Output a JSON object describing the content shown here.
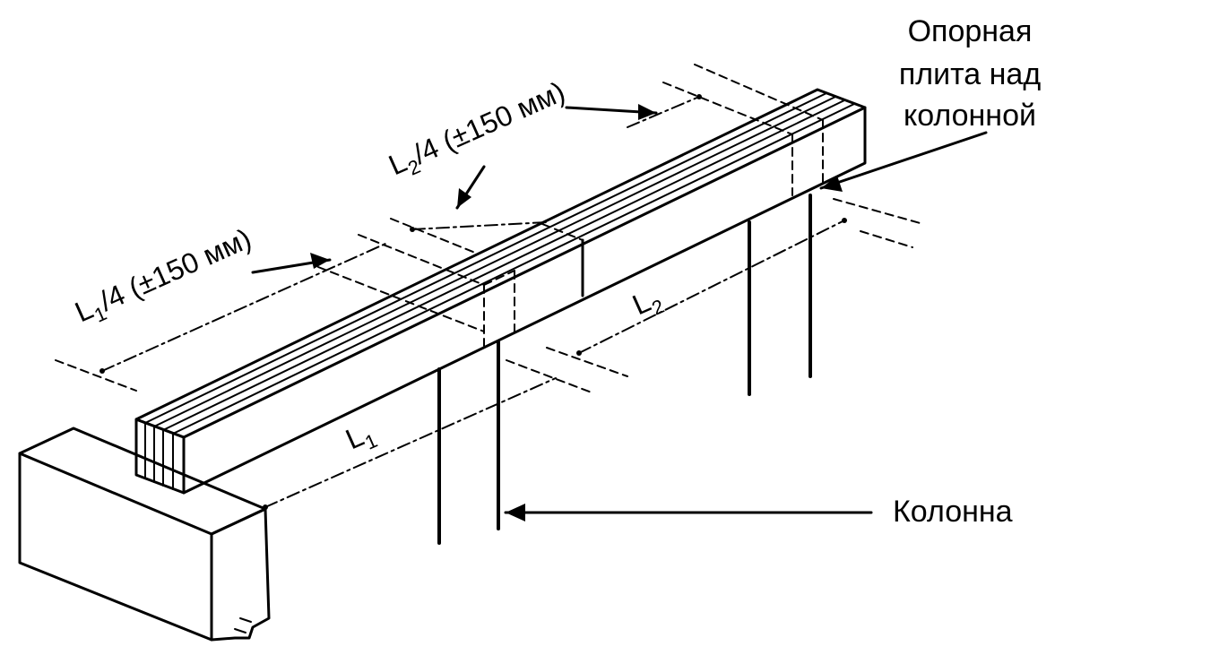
{
  "labels": {
    "support_plate": [
      "Опорная",
      "плита над",
      "колонной"
    ],
    "column": "Колонна",
    "dim_l1_quarter": {
      "main": "L",
      "sub": "1",
      "rest": "/4 (±150 мм)"
    },
    "dim_l2_quarter": {
      "main": "L",
      "sub": "2",
      "rest": "/4 (±150 мм)"
    },
    "span_l1": {
      "main": "L",
      "sub": "1"
    },
    "span_l2": {
      "main": "L",
      "sub": "2"
    }
  }
}
